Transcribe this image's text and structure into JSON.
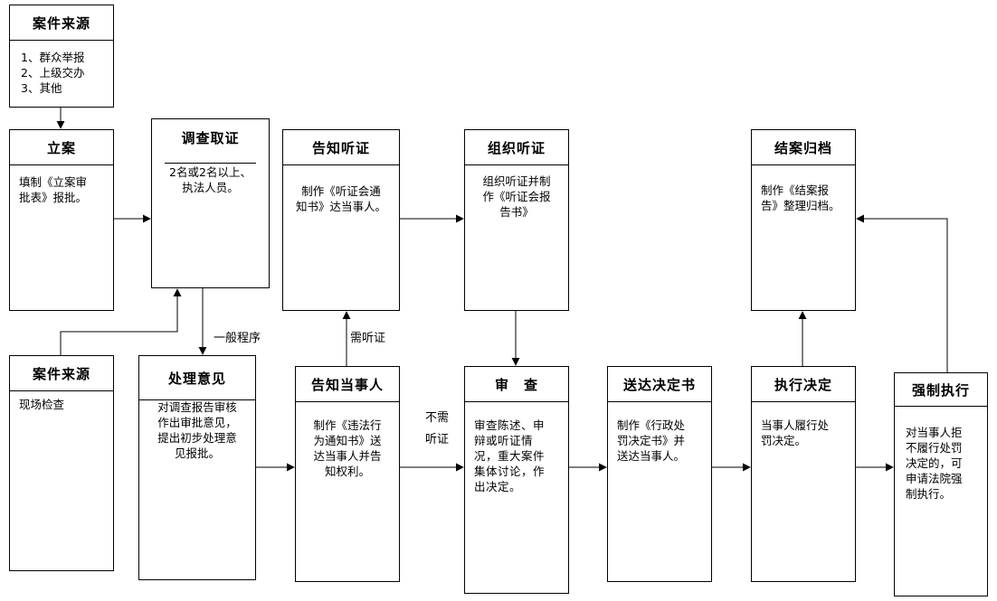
{
  "boxes": {
    "source1": {
      "title": "案件来源",
      "lines": [
        "1、群众举报",
        "2、上级交办",
        "3、其他"
      ]
    },
    "lian": {
      "title": "立案",
      "lines": [
        "填制《立案审",
        "批表》报批。"
      ]
    },
    "investigate": {
      "title": "调查取证",
      "lines": [
        "2名或2名以上、",
        "执法人员。"
      ]
    },
    "source2": {
      "title": "案件来源",
      "lines": [
        "现场检查"
      ]
    },
    "opinion": {
      "title": "处理意见",
      "lines": [
        "对调查报告审核",
        "作出审批意见，",
        "提出初步处理意",
        "见报批。"
      ]
    },
    "notify_hearing": {
      "title": "告知听证",
      "lines": [
        "制作《听证会通",
        "知书》达当事人。"
      ]
    },
    "notify_party": {
      "title": "告知当事人",
      "lines": [
        "制作《违法行",
        "为通知书》送",
        "达当事人并告",
        "知权利。"
      ]
    },
    "organize_hearing": {
      "title": "组织听证",
      "lines": [
        "组织听证并制",
        "作《听证会报",
        "告书》"
      ]
    },
    "review": {
      "title": "审　查",
      "lines": [
        "审查陈述、申",
        "辩或听证情",
        "况，重大案件",
        "集体讨论，作",
        "出决定。"
      ]
    },
    "deliver": {
      "title": "送达决定书",
      "lines": [
        "制作《行政处",
        "罚决定书》并",
        "送达当事人。"
      ]
    },
    "execute": {
      "title": "执行决定",
      "lines": [
        "当事人履行处",
        "罚决定。"
      ]
    },
    "close": {
      "title": "结案归档",
      "lines": [
        "制作《结案报",
        "告》整理归档。"
      ]
    },
    "enforce": {
      "title": "强制执行",
      "lines": [
        "对当事人拒",
        "不履行处罚",
        "决定的，可",
        "申请法院强",
        "制执行。"
      ]
    }
  },
  "labels": {
    "general_procedure": "一般程序",
    "need_hearing": "需听证",
    "no_hearing": [
      "不需",
      "听证"
    ]
  }
}
